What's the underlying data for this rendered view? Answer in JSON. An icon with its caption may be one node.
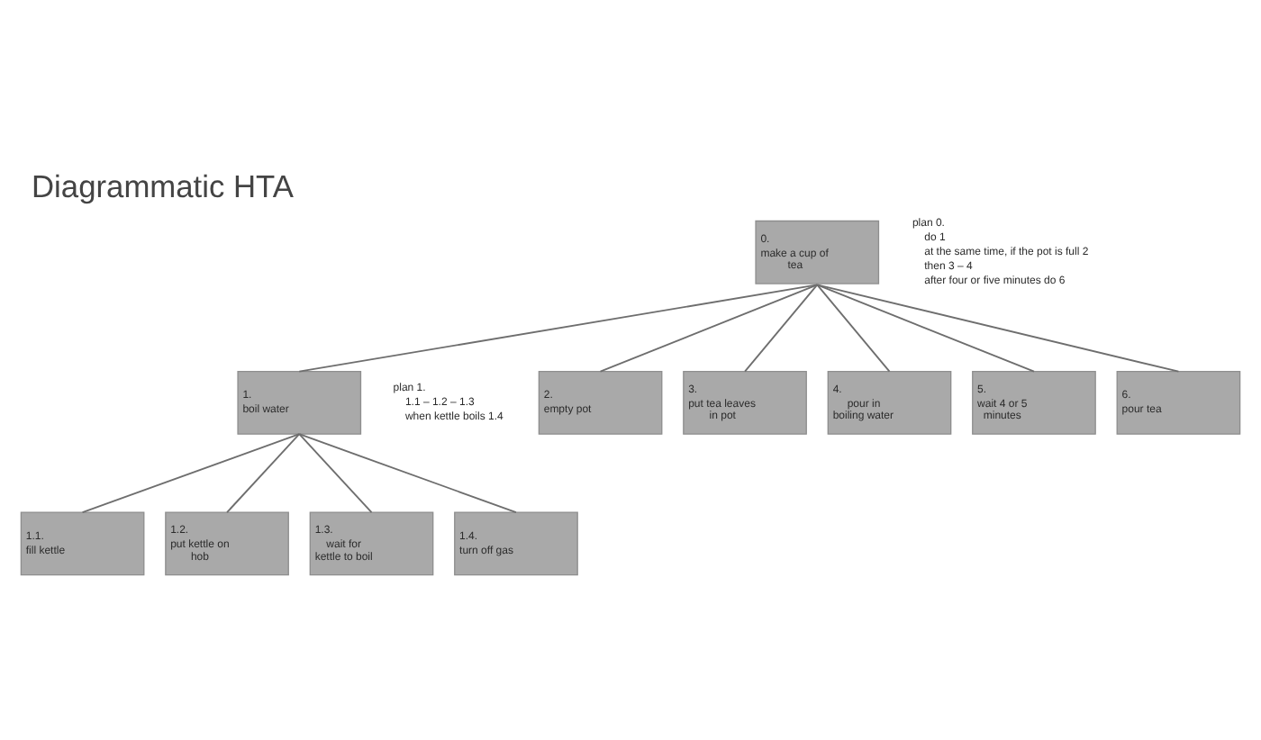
{
  "diagram": {
    "title": "Diagrammatic HTA",
    "nodes": [
      {
        "text": [
          "0.",
          "make a cup of tea"
        ],
        "beside": [
          "plan 0.",
          "do 1",
          "at the same time, if the pot is full 2",
          "then 3 – 4",
          "after four or five minutes do 6"
        ]
      },
      {
        "text": [
          "1.",
          "boil water"
        ],
        "beside": [
          "plan 1.",
          "1.1 – 1.2 – 1.3",
          "when kettle boils 1.4"
        ]
      },
      {
        "text": [
          "2.",
          "empty pot"
        ]
      },
      {
        "text": [
          "3.",
          "put tea leaves in pot"
        ]
      },
      {
        "text": [
          "4.",
          "pour in boiling water"
        ]
      },
      {
        "text": [
          "5.",
          "wait 4 or 5 minutes"
        ]
      },
      {
        "text": [
          "6.",
          "pour tea"
        ]
      },
      {
        "text": [
          "1.1.",
          "fill kettle"
        ]
      },
      {
        "text": [
          "1.2.",
          "put kettle on hob"
        ]
      },
      {
        "text": [
          "1.3.",
          "wait for kettle to boil"
        ]
      },
      {
        "text": [
          "1.4.",
          "turn off gas"
        ]
      }
    ],
    "edges": [
      {
        "from": 0,
        "to": 1,
        "arrow": "none"
      },
      {
        "from": 0,
        "to": 2,
        "arrow": "none"
      },
      {
        "from": 0,
        "to": 3,
        "arrow": "none"
      },
      {
        "from": 0,
        "to": 4,
        "arrow": "none"
      },
      {
        "from": 0,
        "to": 5,
        "arrow": "none"
      },
      {
        "from": 0,
        "to": 6,
        "arrow": "none"
      },
      {
        "from": 1,
        "to": 7,
        "arrow": "none"
      },
      {
        "from": 1,
        "to": 8,
        "arrow": "none"
      },
      {
        "from": 1,
        "to": 9,
        "arrow": "none"
      },
      {
        "from": 1,
        "to": 10,
        "arrow": "none"
      }
    ]
  }
}
